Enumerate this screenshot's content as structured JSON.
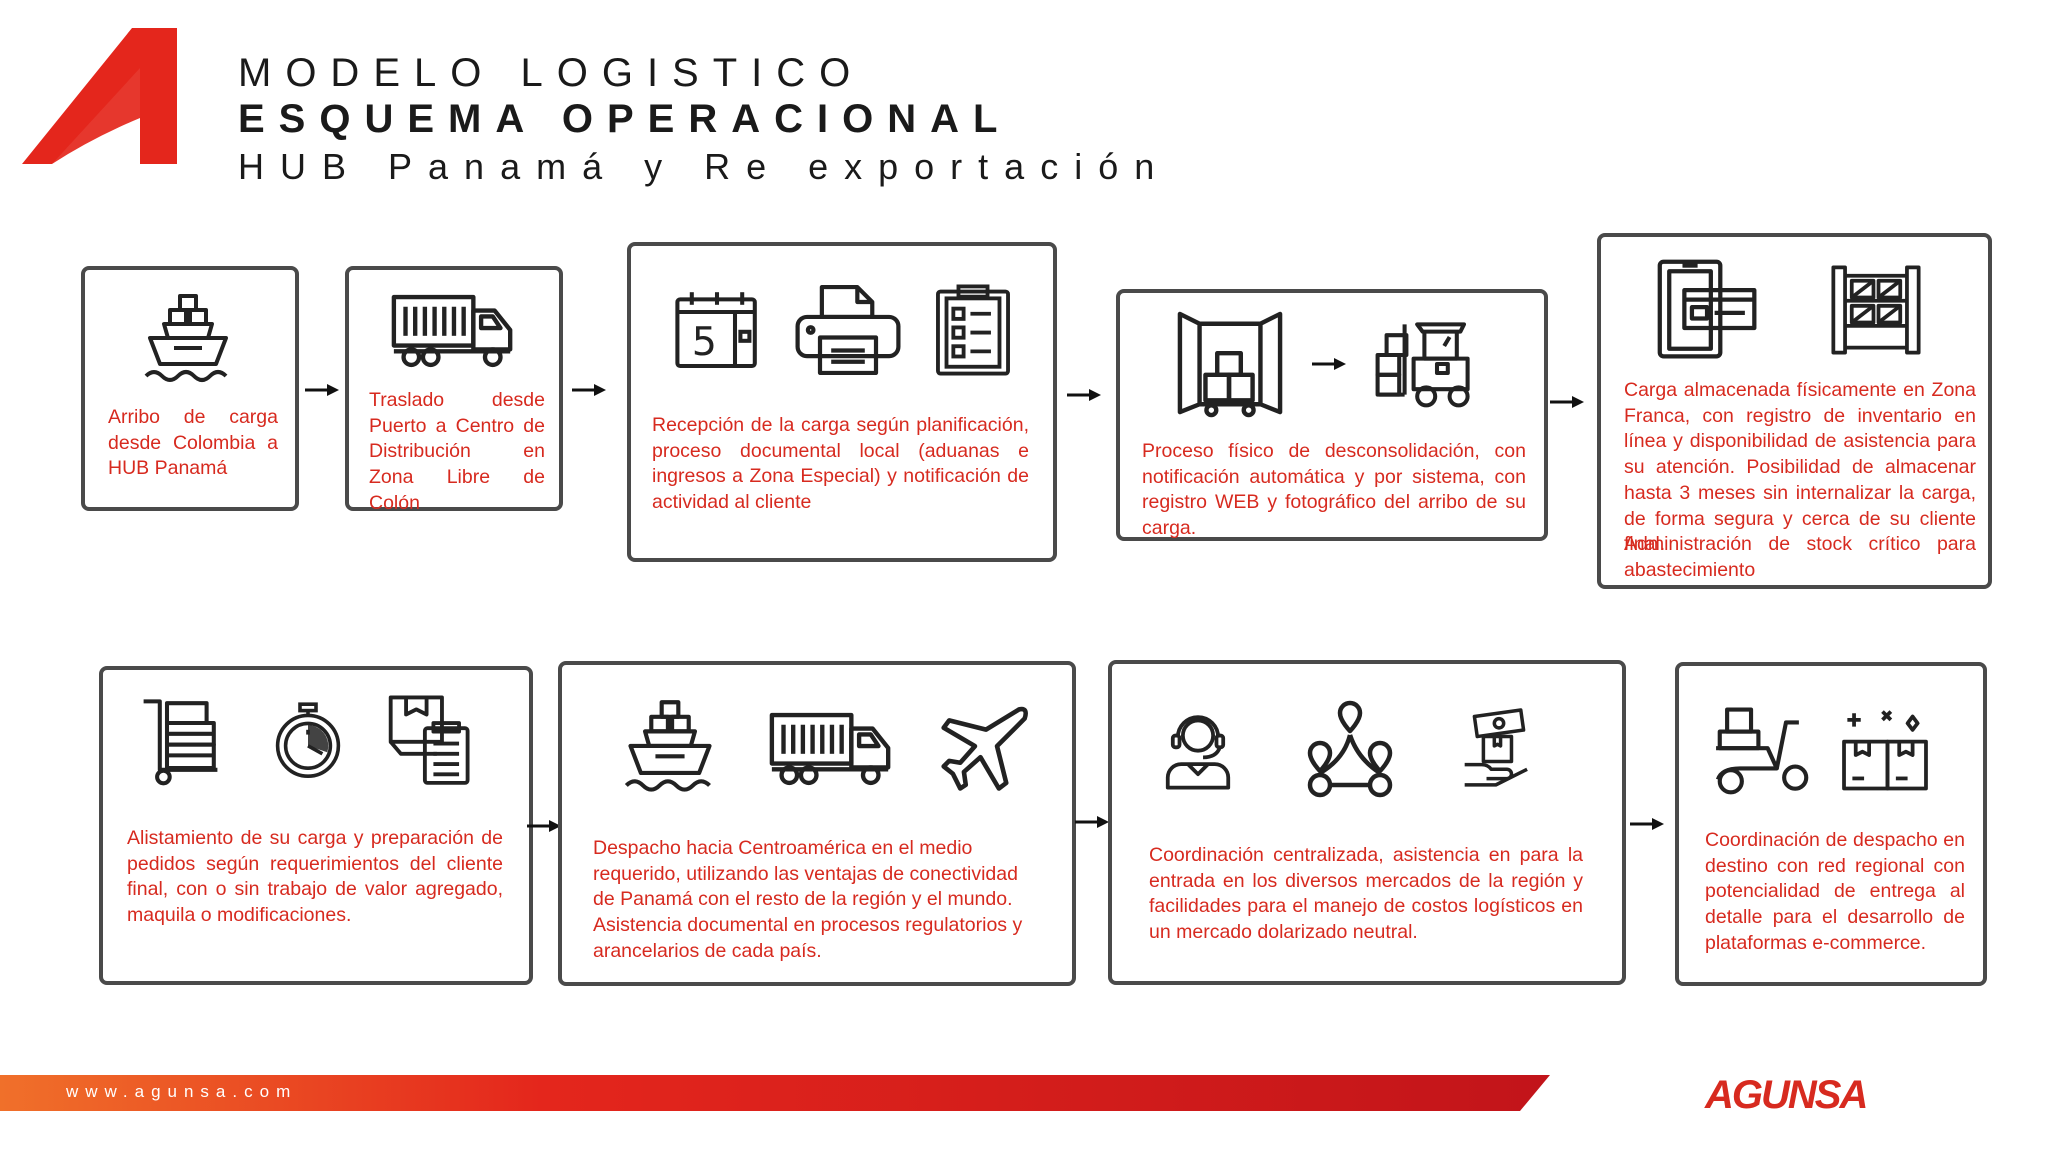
{
  "header": {
    "line1": "MODELO LOGISTICO",
    "line2": "ESQUEMA OPERACIONAL",
    "line3": "HUB Panamá y Re exportación"
  },
  "colors": {
    "accent": "#d72a1f",
    "border": "#4a4a4a",
    "text": "#1a1a1a"
  },
  "steps": [
    {
      "icons": [
        "cargo-ship-icon"
      ],
      "text": "Arribo de carga desde Colombia a HUB Panamá"
    },
    {
      "icons": [
        "container-truck-icon"
      ],
      "text": "Traslado desde Puerto a Centro de Distribución en Zona Libre de Colón"
    },
    {
      "icons": [
        "calendar-icon",
        "printer-icon",
        "checklist-icon"
      ],
      "text": "Recepción de la carga según planificación, proceso documental local (aduanas e ingresos a Zona Especial) y notificación de actividad al cliente"
    },
    {
      "icons": [
        "container-boxes-icon",
        "forklift-icon"
      ],
      "text": "Proceso físico de desconsolidación, con notificación automática y por sistema, con registro WEB y fotográfico del arribo de su carga."
    },
    {
      "icons": [
        "tablet-card-icon",
        "warehouse-rack-icon"
      ],
      "text": "Carga almacenada físicamente en Zona Franca, con registro de inventario en línea y disponibilidad de asistencia para su atención. Posibilidad de almacenar hasta 3 meses sin internalizar la carga, de forma segura y cerca de su cliente final.",
      "text2": "Administración de stock crítico para abastecimiento"
    },
    {
      "icons": [
        "hand-truck-icon",
        "stopwatch-icon",
        "package-list-icon"
      ],
      "text": "Alistamiento de su carga y preparación de pedidos según requerimientos del cliente final, con o sin trabajo de valor agregado, maquila o modificaciones."
    },
    {
      "icons": [
        "cargo-ship-icon",
        "container-truck-icon",
        "airplane-icon"
      ],
      "text": "Despacho hacia Centroamérica en el medio requerido, utilizando las ventajas de conectividad de Panamá con el resto de la región y el mundo.",
      "text2": "Asistencia documental en procesos regulatorios y arancelarios de cada país."
    },
    {
      "icons": [
        "support-agent-icon",
        "location-network-icon",
        "hand-payment-icon"
      ],
      "text": "Coordinación centralizada, asistencia en para la entrada en los diversos mercados de la región y facilidades para el manejo de costos logísticos en un mercado dolarizado neutral."
    },
    {
      "icons": [
        "delivery-scooter-icon",
        "ecommerce-packages-icon"
      ],
      "text": "Coordinación de despacho en destino con red regional con potencialidad de entrega al detalle para el desarrollo de plataformas e-commerce."
    }
  ],
  "footer": {
    "url": "www.agunsa.com",
    "brand": "AGUNSA"
  }
}
